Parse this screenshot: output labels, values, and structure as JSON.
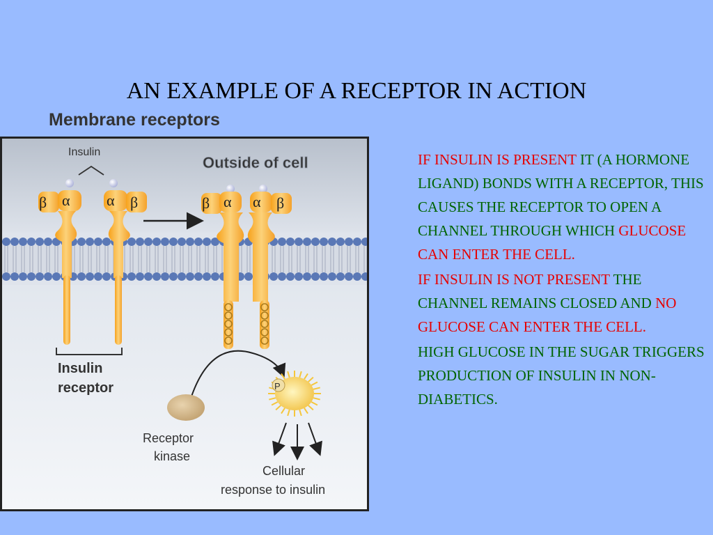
{
  "slide": {
    "title": "AN EXAMPLE OF A RECEPTOR IN ACTION"
  },
  "figure": {
    "heading": "Membrane receptors",
    "outside_label": "Outside of cell",
    "insulin_label": "Insulin",
    "alpha": "α",
    "beta": "β",
    "receptor_label_line1": "Insulin",
    "receptor_label_line2": "receptor",
    "kinase_label_line1": "Receptor",
    "kinase_label_line2": "kinase",
    "p_label": "P",
    "response_line1": "Cellular",
    "response_line2": "response to insulin",
    "colors": {
      "receptor": "#f9b23a",
      "membrane_head": "#5b79b5",
      "membrane_tail": "#cfd6e2",
      "outside_bg": "#cdd3dc",
      "inside_bg": "#eff2f5"
    }
  },
  "text": {
    "p1": [
      {
        "text": "IF INSULIN IS PRESENT ",
        "color": "red"
      },
      {
        "text": "IT (A HORMONE LIGAND) BONDS WITH A RECEPTOR, THIS CAUSES THE RECEPTOR TO OPEN A CHANNEL THROUGH WHICH ",
        "color": "green"
      },
      {
        "text": "GLUCOSE CAN ENTER THE CELL.",
        "color": "red"
      }
    ],
    "p2": [
      {
        "text": "IF INSULIN IS NOT PRESENT ",
        "color": "red"
      },
      {
        "text": "THE CHANNEL REMAINS CLOSED AND ",
        "color": "green"
      },
      {
        "text": "NO GLUCOSE CAN ENTER THE CELL.",
        "color": "red"
      }
    ],
    "p3": [
      {
        "text": "HIGH GLUCOSE IN THE SUGAR TRIGGERS PRODUCTION OF INSULIN IN NON-DIABETICS.",
        "color": "green"
      }
    ]
  }
}
